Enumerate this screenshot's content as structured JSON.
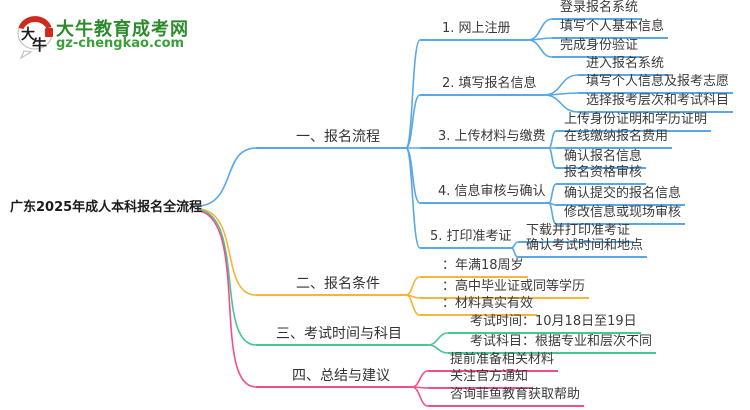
{
  "site": {
    "logo_title": "大牛教育成考网",
    "logo_domain": "gz-chengkao.com",
    "logo_char_da": "大",
    "logo_char_niu": "牛"
  },
  "colors": {
    "branch_blue": "#58a8e8",
    "branch_orange": "#f5b43a",
    "branch_green": "#46c792",
    "branch_pink": "#f24e8e",
    "brand_green": "#2d8b2d",
    "logo_red": "#cf2a1d"
  },
  "mindmap": {
    "root": "广东2025年成人本科报名全流程",
    "branches": [
      {
        "label": "一、报名流程",
        "color": "#58a8e8",
        "children": [
          {
            "label": "1. 网上注册",
            "children": [
              "登录报名系统",
              "填写个人基本信息",
              "完成身份验证"
            ]
          },
          {
            "label": "2. 填写报名信息",
            "children": [
              "进入报名系统",
              "填写个人信息及报考志愿",
              "选择报考层次和考试科目"
            ]
          },
          {
            "label": "3. 上传材料与缴费",
            "children": [
              "上传身份证明和学历证明",
              "在线缴纳报名费用",
              "确认报名信息"
            ]
          },
          {
            "label": "4. 信息审核与确认",
            "children": [
              "报名资格审核",
              "确认提交的报名信息",
              "修改信息或现场审核"
            ]
          },
          {
            "label": "5. 打印准考证",
            "children": [
              "下载并打印准考证",
              "确认考试时间和地点"
            ]
          }
        ]
      },
      {
        "label": "二、报名条件",
        "color": "#f5b43a",
        "children": [
          "：年满18周岁",
          "：高中毕业证或同等学历",
          "：材料真实有效"
        ]
      },
      {
        "label": "三、考试时间与科目",
        "color": "#46c792",
        "children": [
          "考试时间：10月18日至19日",
          "考试科目：根据专业和层次不同"
        ]
      },
      {
        "label": "四、总结与建议",
        "color": "#f24e8e",
        "children": [
          "提前准备相关材料",
          "关注官方通知",
          "咨询菲鱼教育获取帮助"
        ]
      }
    ]
  }
}
